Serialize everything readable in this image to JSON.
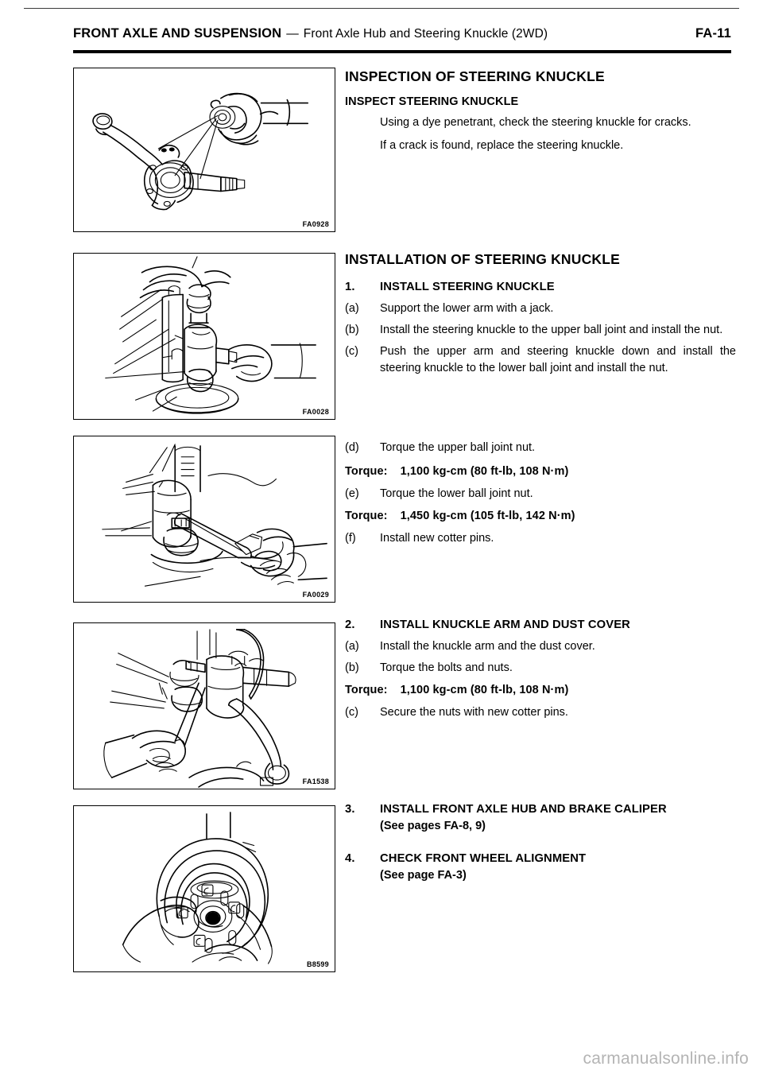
{
  "header": {
    "title": "FRONT AXLE AND SUSPENSION",
    "dash": "—",
    "subtitle": "Front Axle Hub and Steering Knuckle (2WD)",
    "page": "FA-11"
  },
  "figures": [
    {
      "code": "FA0928",
      "alt": "steering-knuckle-dye-penetrant"
    },
    {
      "code": "FA0028",
      "alt": "steering-knuckle-upper-ball-joint-install"
    },
    {
      "code": "FA0029",
      "alt": "torque-wrench-ball-joint-nut"
    },
    {
      "code": "FA1538",
      "alt": "knuckle-arm-dust-cover-install"
    },
    {
      "code": "B8599",
      "alt": "front-axle-hub-brake-caliper"
    }
  ],
  "inspection": {
    "title": "INSPECTION OF STEERING KNUCKLE",
    "subtitle": "INSPECT STEERING KNUCKLE",
    "paragraphs": [
      "Using a dye penetrant, check the steering knuckle for cracks.",
      "If a crack is found, replace the steering knuckle."
    ]
  },
  "installation": {
    "title": "INSTALLATION OF STEERING KNUCKLE",
    "steps": [
      {
        "num": "1.",
        "heading": "INSTALL STEERING KNUCKLE",
        "items": [
          {
            "letter": "(a)",
            "text": "Support the lower arm with a jack."
          },
          {
            "letter": "(b)",
            "text": "Install the steering knuckle to the upper ball joint and install the nut."
          },
          {
            "letter": "(c)",
            "text": "Push the upper arm and steering knuckle down and install the steering knuckle to the lower ball joint and install the nut."
          },
          {
            "letter": "(d)",
            "text": "Torque the upper ball joint nut."
          }
        ],
        "torque1_label": "Torque:",
        "torque1_value": "1,100 kg-cm (80 ft-lb, 108 N·m)",
        "item_e_letter": "(e)",
        "item_e_text": "Torque the lower ball joint nut.",
        "torque2_label": "Torque:",
        "torque2_value": "1,450 kg-cm (105 ft-lb, 142 N·m)",
        "item_f_letter": "(f)",
        "item_f_text": "Install new cotter pins."
      },
      {
        "num": "2.",
        "heading": "INSTALL KNUCKLE ARM AND DUST COVER",
        "items": [
          {
            "letter": "(a)",
            "text": "Install the knuckle arm and the dust cover."
          },
          {
            "letter": "(b)",
            "text": "Torque the bolts and nuts."
          }
        ],
        "torque1_label": "Torque:",
        "torque1_value": "1,100 kg-cm (80 ft-lb, 108 N·m)",
        "item_c_letter": "(c)",
        "item_c_text": "Secure the nuts with new cotter pins."
      },
      {
        "num": "3.",
        "heading": "INSTALL FRONT AXLE HUB AND BRAKE CALIPER",
        "reference": "(See pages FA-8, 9)"
      },
      {
        "num": "4.",
        "heading": "CHECK FRONT WHEEL ALIGNMENT",
        "reference": "(See page FA-3)"
      }
    ]
  },
  "footer": {
    "watermark": "carmanualsonline.info"
  }
}
